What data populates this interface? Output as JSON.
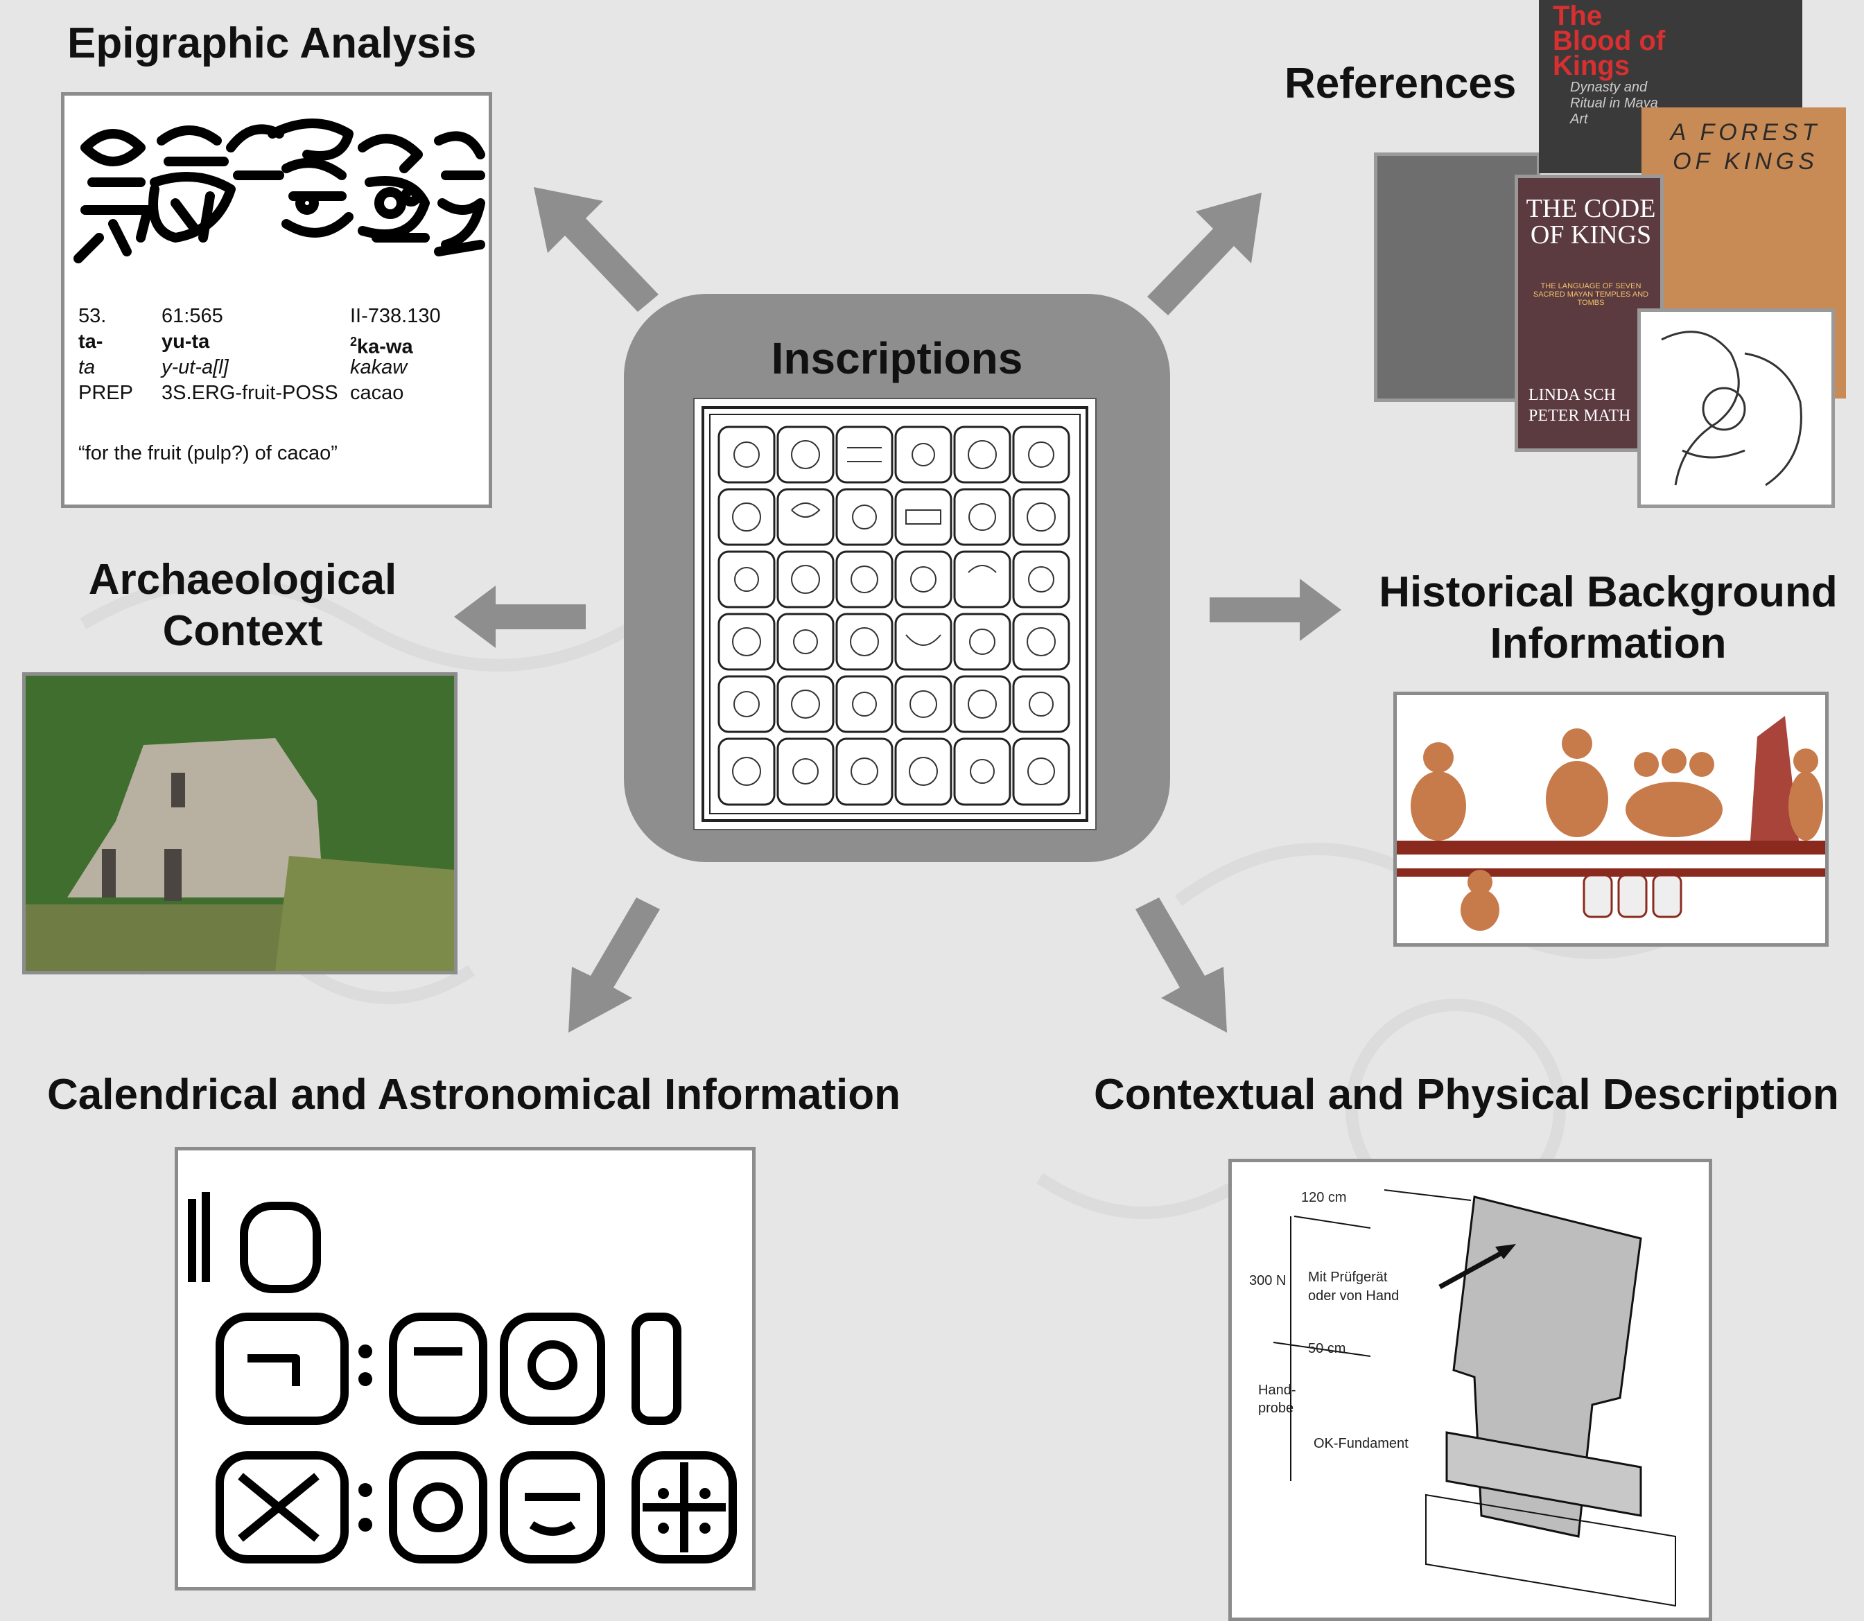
{
  "hub": {
    "title": "Inscriptions"
  },
  "nodes": {
    "epigraphic": "Epigraphic Analysis",
    "references": "References",
    "archaeological_line1": "Archaeological",
    "archaeological_line2": "Context",
    "historical_line1": "Historical Background",
    "historical_line2": "Information",
    "calendrical": "Calendrical and Astronomical Information",
    "contextual": "Contextual and Physical Description"
  },
  "epigraphic_card": {
    "rows": [
      {
        "c1": "53.",
        "c2": "61:565",
        "c3": "II-738.130"
      },
      {
        "c1": "ta-",
        "c2": "yu-ta",
        "c3_sup": "2",
        "c3": "ka-wa"
      },
      {
        "c1": "ta",
        "c2": "y-ut-a[l]",
        "c3": "kakaw"
      },
      {
        "c1": "PREP",
        "c2": "3S.ERG-fruit-POSS",
        "c3": "cacao"
      }
    ],
    "translation": "“for the fruit (pulp?) of cacao”"
  },
  "books": {
    "blood_title": "The Blood of Kings",
    "blood_subtitle": "Dynasty and Ritual in Maya Art",
    "forest_title": "A FOREST OF KINGS",
    "code_title": "THE CODE OF KINGS",
    "code_subtitle": "THE LANGUAGE OF SEVEN SACRED MAYAN TEMPLES AND TOMBS",
    "code_author1": "LINDA SCH",
    "code_author2": "PETER MATH"
  },
  "stela_diagram": {
    "label_width": "120 cm",
    "label_force": "300 N",
    "label_tool": "Mit Prüfgerät",
    "label_tool2": "oder von Hand",
    "label_height": "50 cm",
    "label_hand1": "Hand-",
    "label_hand2": "probe",
    "label_base": "OK-Fundament"
  },
  "colors": {
    "background": "#e6e6e6",
    "hub": "#8e8e8e",
    "arrow": "#8e8e8e",
    "frame": "#8c8c8c"
  }
}
